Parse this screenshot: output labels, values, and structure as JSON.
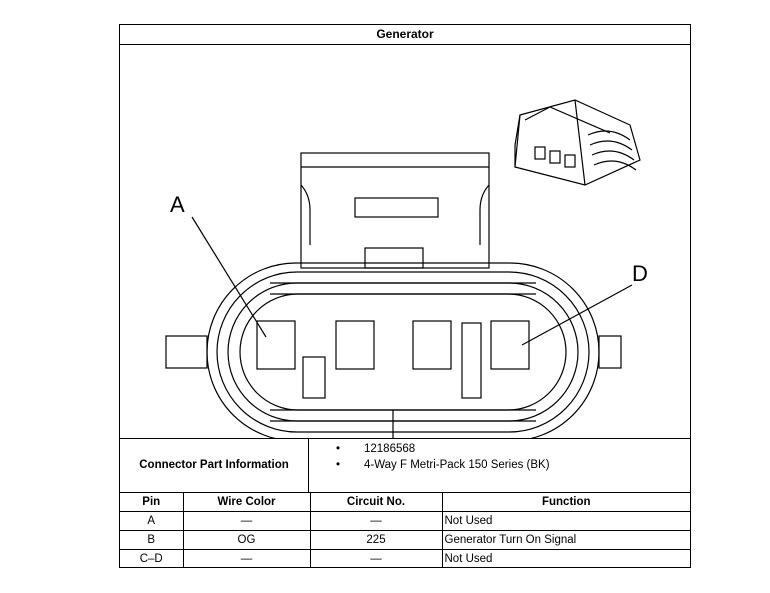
{
  "title": "Generator",
  "diagram": {
    "label_a": "A",
    "label_d": "D"
  },
  "connector_info": {
    "label": "Connector Part Information",
    "items": [
      "12186568",
      "4-Way F Metri-Pack 150 Series (BK)"
    ],
    "bullet": "•"
  },
  "pin_table": {
    "headers": [
      "Pin",
      "Wire Color",
      "Circuit No.",
      "Function"
    ],
    "rows": [
      [
        "A",
        "—",
        "—",
        "Not Used"
      ],
      [
        "B",
        "OG",
        "225",
        "Generator Turn On Signal"
      ],
      [
        "C–D",
        "—",
        "—",
        "Not Used"
      ]
    ]
  }
}
